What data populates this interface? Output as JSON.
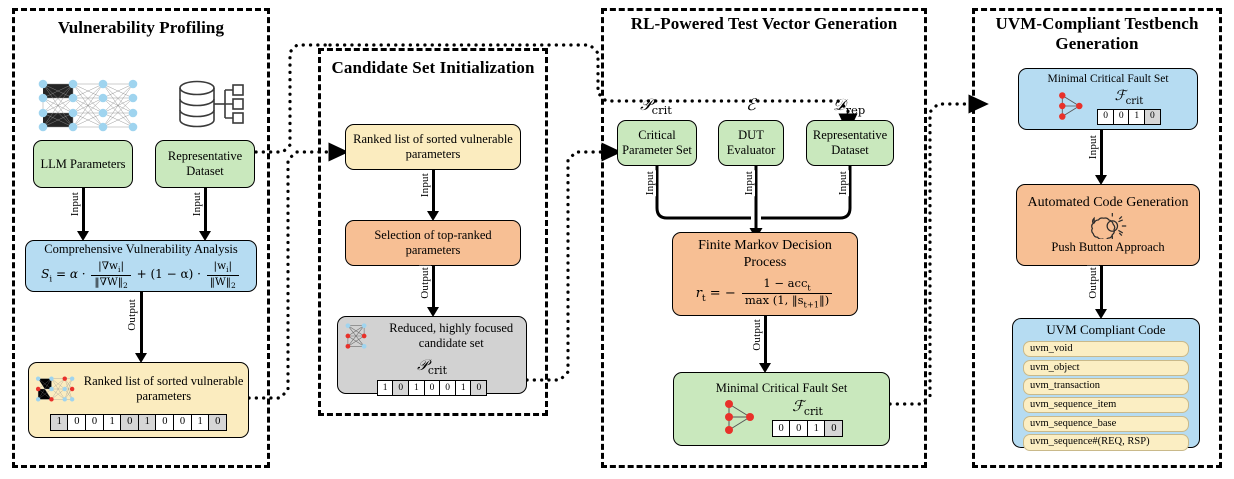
{
  "figure": {
    "type": "flow-diagram",
    "panels": [
      {
        "id": "vulnerability-profiling",
        "title": "Vulnerability Profiling",
        "nodes": [
          {
            "id": "llm-parameters",
            "label": "LLM Parameters",
            "color": "#c9e8bd",
            "icon": "neural-network-icon"
          },
          {
            "id": "representative-dataset",
            "label": "Representative Dataset",
            "color": "#c9e8bd",
            "icon": "database-icon"
          },
          {
            "id": "comprehensive-vulnerability-analysis",
            "label": "Comprehensive Vulnerability Analysis",
            "color": "#b6dcf2",
            "formula": "S_i = alpha * |grad w_i| / ||grad W||_2 + (1 - alpha) * |w_i| / ||W||_2"
          },
          {
            "id": "ranked-list",
            "label": "Ranked list of sorted vulnerable  parameters",
            "color": "#fbecbf",
            "icon": "neural-network-red-icon",
            "bits": [
              "1",
              "0",
              "0",
              "1",
              "0",
              "1",
              "0",
              "0",
              "1",
              "0"
            ],
            "shaded": [
              0,
              4,
              5,
              9
            ]
          }
        ],
        "arrow_labels": [
          "Input",
          "Input",
          "Output"
        ]
      },
      {
        "id": "candidate-set-initialization",
        "title": "Candidate Set Initialization",
        "nodes": [
          {
            "id": "ranked-list-sorted",
            "label": "Ranked list of sorted vulnerable parameters",
            "color": "#fbecbf"
          },
          {
            "id": "selection-top-ranked",
            "label": "Selection of top-ranked parameters",
            "color": "#f7bf94"
          },
          {
            "id": "reduced-candidate-set",
            "label": "Reduced, highly focused candidate set",
            "symbol": "P_crit",
            "color": "#d2d2d2",
            "icon": "graph-red-icon",
            "bits": [
              "1",
              "0",
              "1",
              "0",
              "0",
              "1",
              "0"
            ],
            "shaded": [
              1,
              6
            ]
          }
        ],
        "arrow_labels": [
          "Input",
          "Output"
        ]
      },
      {
        "id": "rl-powered-test-vector-generation",
        "title": "RL-Powered Test Vector Generation",
        "nodes": [
          {
            "id": "critical-parameter-set",
            "label": "Critical Parameter Set",
            "symbol": "P_crit",
            "color": "#c9e8bd"
          },
          {
            "id": "dut-evaluator",
            "label": "DUT Evaluator",
            "symbol": "E",
            "color": "#c9e8bd"
          },
          {
            "id": "representative-dataset-2",
            "label": "Representative Dataset",
            "symbol": "D_rep",
            "color": "#c9e8bd"
          },
          {
            "id": "finite-markov-decision-process",
            "label": "Finite Markov Decision Process",
            "color": "#f7bf94",
            "formula": "r_t = - (1 - acc_t) / max(1, ||s_{t+1}||)"
          },
          {
            "id": "minimal-critical-fault-set",
            "label": "Minimal Critical Fault Set",
            "symbol": "F_crit",
            "color": "#c9e8bd",
            "icon": "graph-red-icon",
            "bits": [
              "0",
              "0",
              "1",
              "0"
            ],
            "shaded": [
              3
            ]
          }
        ],
        "arrow_labels": [
          "Input",
          "Input",
          "Input",
          "Output"
        ]
      },
      {
        "id": "uvm-compliant-testbench-generation",
        "title": "UVM-Compliant Testbench Generation",
        "nodes": [
          {
            "id": "minimal-critical-fault-set-2",
            "label": "Minimal Critical Fault Set",
            "symbol": "F_crit",
            "color": "#b6dcf2",
            "icon": "graph-red-icon",
            "bits": [
              "0",
              "0",
              "1",
              "0"
            ],
            "shaded": [
              3
            ]
          },
          {
            "id": "automated-code-generation",
            "label": "Automated Code Generation",
            "subtitle": "Push Button Approach",
            "color": "#f7bf94",
            "icon": "gear-icon"
          },
          {
            "id": "uvm-compliant-code",
            "label": "UVM Compliant Code",
            "color": "#b6dcf2",
            "items": [
              "uvm_void",
              "uvm_object",
              "uvm_transaction",
              "uvm_sequence_item",
              "uvm_sequence_base",
              "uvm_sequence#(REQ, RSP)"
            ]
          }
        ],
        "arrow_labels": [
          "Input",
          "Output"
        ]
      }
    ],
    "math": {
      "score_lhs": "S",
      "score_sub": "i",
      "alpha": "α",
      "one_minus_alpha": "(1 − α)",
      "grad_num": "|∇w",
      "grad_den": "‖∇W‖",
      "w_num": "|w",
      "w_den": "‖W‖",
      "reward_lhs": "r",
      "reward_sub": "t",
      "reward_num": "1 − acc",
      "reward_num_sub": "t",
      "reward_den": "max (1, ‖s",
      "reward_den_sub": "t+1",
      "reward_den_end": "‖)"
    },
    "symbols": {
      "p_crit": "𝒫",
      "e": "ℰ",
      "d_rep": "𝒟",
      "f_crit": "ℱ",
      "crit": "crit",
      "rep": "rep"
    },
    "labels": {
      "input": "Input",
      "output": "Output"
    },
    "colors": {
      "green": "#c9e8bd",
      "blue": "#b6dcf2",
      "orange": "#f7bf94",
      "yellow": "#fbecbf",
      "gray": "#d2d2d2",
      "node_red": "#e8312a",
      "node_blue": "#9fd4ef",
      "outline": "#000000"
    }
  }
}
